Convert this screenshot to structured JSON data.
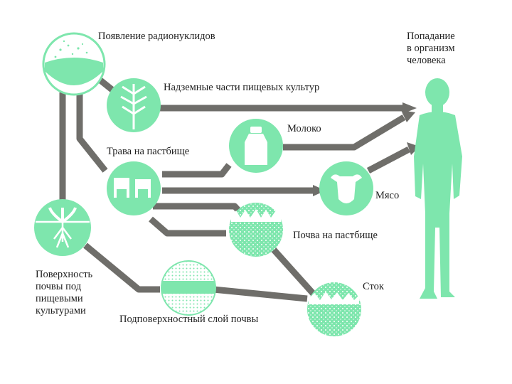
{
  "colors": {
    "green": "#7ee6ad",
    "path": "#6f6e6a",
    "text": "#1f1f1f"
  },
  "labels": {
    "radionuclides": "Появление радионуклидов",
    "crops": "Надземные части пищевых культур",
    "milk": "Молоко",
    "pasture_grass": "Трава на пастбище",
    "meat": "Мясо",
    "pasture_soil": "Почва на пастбище",
    "surface_soil": [
      "Поверхность",
      "почвы под",
      "пищевыми",
      "культурами"
    ],
    "subsurface": "Подповерхностный слой почвы",
    "runoff": "Сток",
    "human": [
      "Попадание",
      "в организм",
      "человека"
    ]
  },
  "icons": {
    "radionuclides": "fallout-particles-icon",
    "crops": "wheat-ear-icon",
    "milk": "milk-bottle-icon",
    "pasture_grass": "grazing-cows-icon",
    "meat": "cow-head-icon",
    "pasture_soil": "grass-soil-icon",
    "surface_soil": "plant-roots-icon",
    "subsurface": "soil-layer-icon",
    "runoff": "runoff-icon",
    "human": "human-silhouette-icon"
  }
}
